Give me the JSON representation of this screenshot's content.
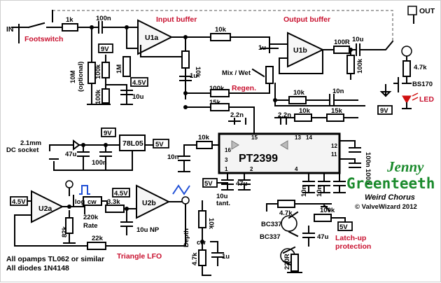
{
  "labels": {
    "in": "IN",
    "out": "OUT",
    "footswitch": "Footswitch",
    "input_buffer": "Input buffer",
    "output_buffer": "Output buffer",
    "u1a": "U1a",
    "u1b": "U1b",
    "u2a": "U2a",
    "u2b": "U2b",
    "r_1k": "1k",
    "c_100n_in": "100n",
    "r_10m": "10M",
    "r_10m_opt": "(optional)",
    "v9_top": "9V",
    "r_100k_bias": "100k",
    "r_1m": "1M",
    "v45_top": "4.5V",
    "r_100k_bias2": "100k",
    "c_10u_bias": "10u",
    "r_10k_buf": "10k",
    "r_10k_vert": "10k",
    "c_1u_mid": "1u",
    "c_1u_top": "1u",
    "mix_wet": "Mix / Wet",
    "regen": "Regen.",
    "r_100k_regen": "100k",
    "r_15k_a": "15k",
    "c_2n2_a": "2.2n",
    "c_2n2_b": "2.2n",
    "r_10k_b": "10k",
    "r_10k_c": "10k",
    "r_15k_b": "15k",
    "c_10n_top": "10n",
    "r_100r": "100R",
    "c_10u_out": "10u",
    "r_100k_out": "100k",
    "r_4k7_led": "4.7k",
    "bs170": "BS170",
    "led": "LED",
    "v9_led": "9V",
    "dc_socket": "2.1mm",
    "dc_socket2": "DC socket",
    "v9_dc": "9V",
    "reg": "78L05",
    "v5_reg": "5V",
    "c_47u_dc": "47u",
    "c_100n_dc": "100n",
    "r_10k_pin16": "10k",
    "c_10n_pin16": "10n",
    "chip": "PT2399",
    "c_100n_r1": "100n",
    "c_100n_r2": "100n",
    "c_10n_bot": "10n",
    "c_10n_bot2": "10n",
    "v5_chip": "5V",
    "c_10u_tant": "10u",
    "c_10u_tant2": "tant.",
    "c_47u_chip": "47u",
    "v45_lfo1": "4.5V",
    "v45_lfo2": "4.5V",
    "log_cw": "log",
    "cw": "cw",
    "r_220k": "220k",
    "rate": "Rate",
    "r_3k3": "3.3k",
    "r_82k": "82k",
    "r_22k": "22k",
    "c_10u_np": "10u NP",
    "triangle_lfo": "Triangle LFO",
    "r_10k_depth": "10k",
    "depth": "Depth",
    "cw_depth": "cw",
    "r_4k7_depth": "4.7k",
    "c_1u_depth": "1u",
    "r_4k7_latch": "4.7k",
    "r_100k_latch": "100k",
    "bc337a": "BC337",
    "bc337b": "BC337",
    "v5_latch": "5V",
    "c_47u_latch": "47u",
    "latch_up": "Latch-up",
    "protection": "protection",
    "r_220r": "220R",
    "note1": "All opamps TL062 or similar",
    "note2": "All diodes 1N4148",
    "brand_line1": "Jenny",
    "brand_line2": "Greenteeth",
    "brand_sub": "Weird Chorus",
    "copyright": "© ValveWizard 2012",
    "pin1": "1",
    "pin2": "2",
    "pin3": "3",
    "pin4": "4",
    "pin11": "11",
    "pin12": "12",
    "pin13": "13",
    "pin14": "14",
    "pin15": "15",
    "pin16": "16"
  },
  "colors": {
    "accent_red": "#c8102e",
    "brand_green": "#1a8a2c",
    "square_wave": "#1f4fd6",
    "led_red": "#d01010"
  }
}
